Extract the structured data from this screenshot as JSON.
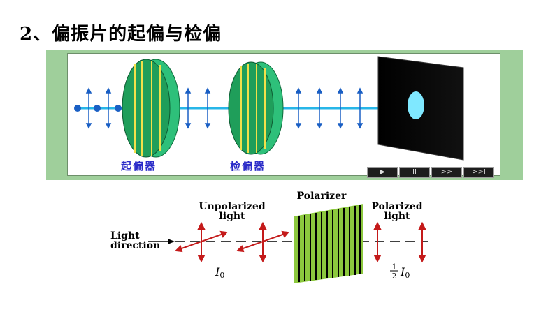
{
  "title": "2、偏振片的起偏与检偏",
  "animation": {
    "polarizer_label": "起偏器",
    "analyzer_label": "检偏器",
    "controls": {
      "play": "▶",
      "pause": "II",
      "forward": ">>",
      "end": ">>I"
    },
    "colors": {
      "panel": "#9fcf9b",
      "disk": "#1f9e5a",
      "beam": "#27b6e8",
      "screen": "#000000",
      "spot": "#7fe8ff",
      "arrows": "#1a5fc4"
    }
  },
  "diagram": {
    "light_label": "Light",
    "direction_label": "direction",
    "unpolarized_line1": "Unpolarized",
    "unpolarized_line2": "light",
    "polarizer_label": "Polarizer",
    "polarized_line1": "Polarized",
    "polarized_line2": "light",
    "intensity_symbol": "I",
    "intensity_sub": "0",
    "half_num": "1",
    "half_den": "2"
  }
}
